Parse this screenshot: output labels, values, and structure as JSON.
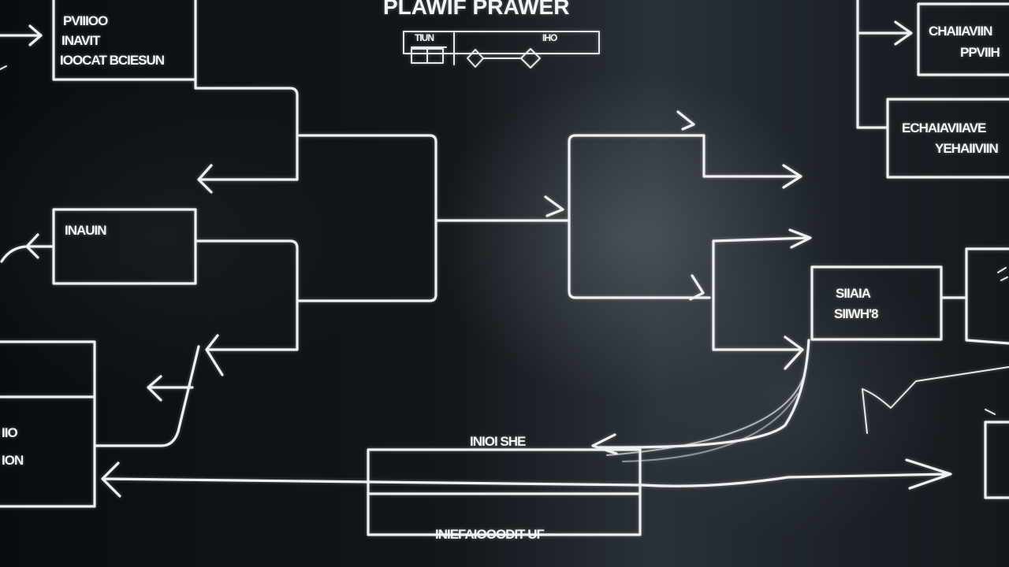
{
  "diagram": {
    "title": "PLAWIF PRAWER",
    "legend": {
      "left_text": "TIUN",
      "right_text": "IHO"
    },
    "boxes": {
      "top_left": [
        "PVIIIOO",
        "INAVIT",
        "IOOCAT BCIESUN"
      ],
      "mid_left": "INAUIN",
      "bottom_left": [
        "IIO",
        "ION"
      ],
      "top_right_1": [
        "CHAIIAVIIN",
        "PPVIIH"
      ],
      "top_right_2": [
        "ECHAIAVIIAVE",
        "YEHAIIVIIN"
      ],
      "mid_right": [
        "SIIAIA",
        "SIIWH'8"
      ]
    },
    "annotations": {
      "bottom_top": "INIOI SHE",
      "bottom_bottom": "INIEFAIOOODIT UF"
    }
  }
}
